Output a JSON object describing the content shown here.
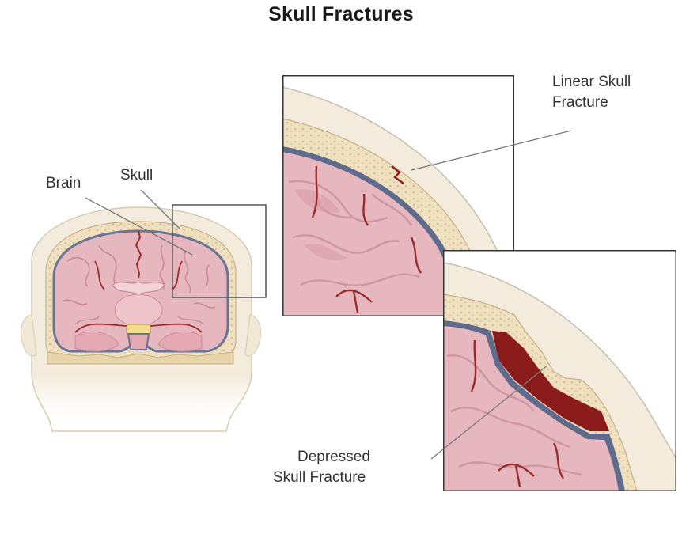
{
  "title": "Skull Fractures",
  "labels": {
    "brain": "Brain",
    "skull": "Skull",
    "linear_line1": "Linear Skull",
    "linear_line2": "Fracture",
    "depressed_line1": "Depressed",
    "depressed_line2": "Skull Fracture"
  },
  "colors": {
    "skin": "#f3ebdc",
    "skin_edge": "#d9ccb3",
    "bone": "#efe0bf",
    "bone_dots": "#d3bd8e",
    "brain": "#e7b7bf",
    "brain_dark": "#d99aa6",
    "dura": "#5f6b8c",
    "vessel": "#9b2a2a",
    "hematoma": "#8b1a1a",
    "frame": "#333333",
    "leader": "#7a7a7a"
  }
}
